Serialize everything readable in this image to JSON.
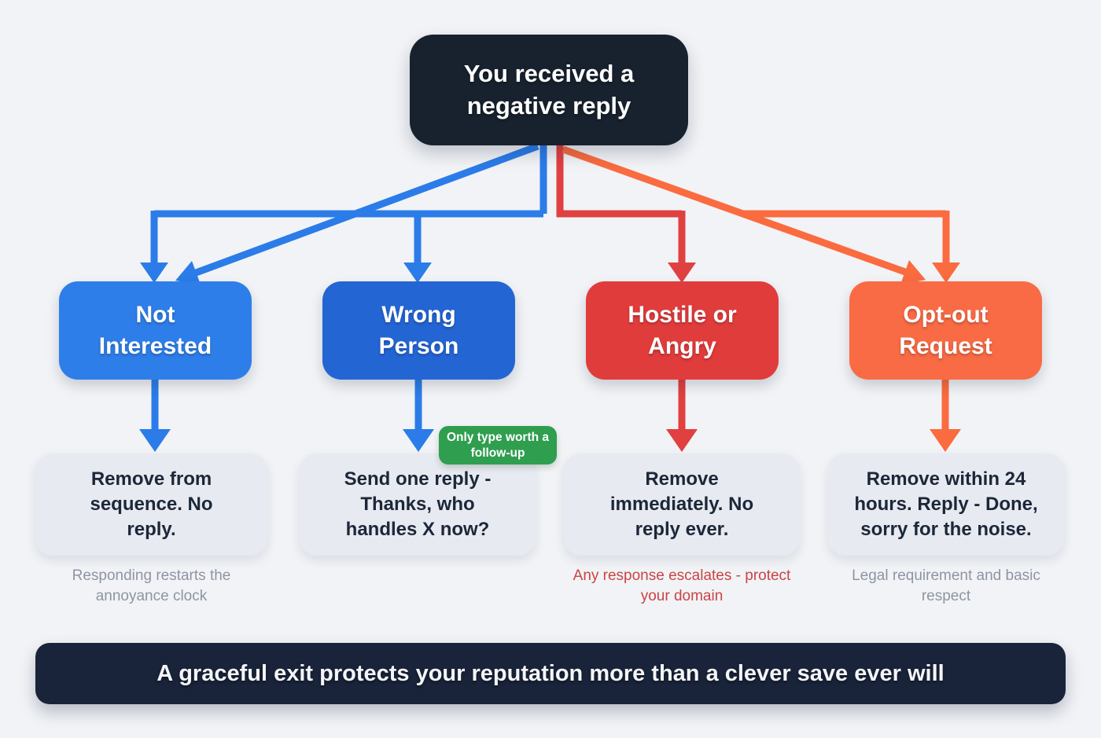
{
  "root_node": {
    "label": "You received a negative reply",
    "color": "#18222f"
  },
  "branches": [
    {
      "label": "Not Interested",
      "color": "#2e7ee9",
      "result": "Remove from sequence. No reply.",
      "note": "Responding restarts the annoyance clock",
      "note_color": "#8e95a3"
    },
    {
      "label": "Wrong Person",
      "color": "#2465d4",
      "result": "Send one reply - Thanks, who handles X now?",
      "badge": "Only type worth a follow-up",
      "badge_color": "#2f9e4f"
    },
    {
      "label": "Hostile or Angry",
      "color": "#e13c3c",
      "result": "Remove immediately. No reply ever.",
      "note": "Any response escalates - protect your domain",
      "note_color": "#cb4444"
    },
    {
      "label": "Opt-out Request",
      "color": "#f96b45",
      "result": "Remove within 24 hours. Reply - Done, sorry for the noise.",
      "note": "Legal requirement and basic respect",
      "note_color": "#8e95a3"
    }
  ],
  "footer": {
    "label": "A graceful exit protects your reputation more than a clever save ever will",
    "color": "#192339"
  },
  "colors": {
    "background": "#f1f3f6",
    "result_box": "#e7eaf0",
    "arrow_blue": "#2b7ce8",
    "arrow_red": "#e04040",
    "arrow_orange": "#fa6b3f"
  }
}
